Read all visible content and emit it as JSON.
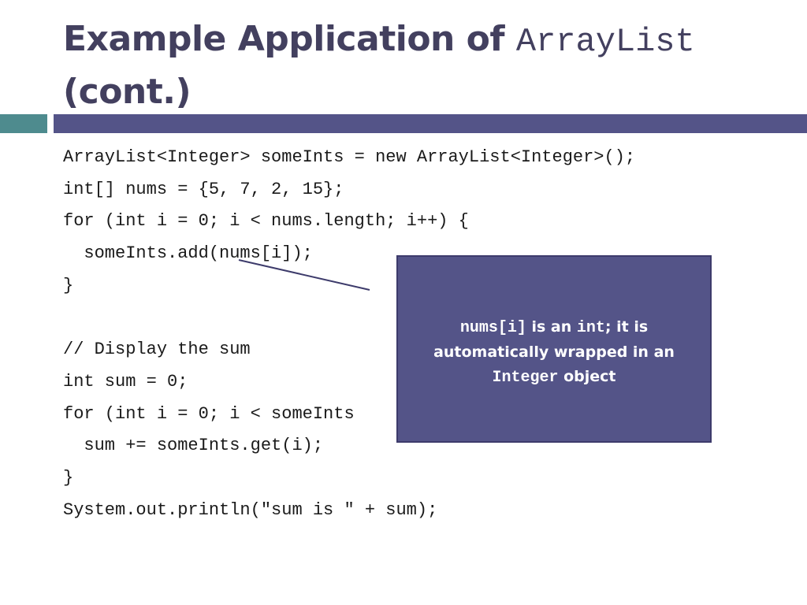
{
  "slide": {
    "title_text": "Example Application of ",
    "title_code": "ArrayList",
    "title_cont": "(cont.)"
  },
  "code_lines": [
    "ArrayList<Integer> someInts = new ArrayList<Integer>();",
    "int[] nums = {5, 7, 2, 15};",
    "for (int i = 0; i < nums.length; i++) {",
    "  someInts.add(nums[i]);",
    "}",
    "",
    "// Display the sum",
    "int sum = 0;",
    "for (int i = 0; i < someInts",
    "  sum += someInts.get(i);",
    "}",
    "System.out.println(\"sum is \" + sum);"
  ],
  "callout": {
    "code1": "nums[i]",
    "text1": " is an ",
    "code2": "int",
    "text2": "; it is automatically wrapped in an ",
    "code3": "Integer",
    "text3": " object"
  },
  "colors": {
    "title": "#43405f",
    "accent_teal": "#4e8b8e",
    "accent_purple": "#545488",
    "callout_bg": "#545488",
    "callout_text": "#ffffff"
  }
}
